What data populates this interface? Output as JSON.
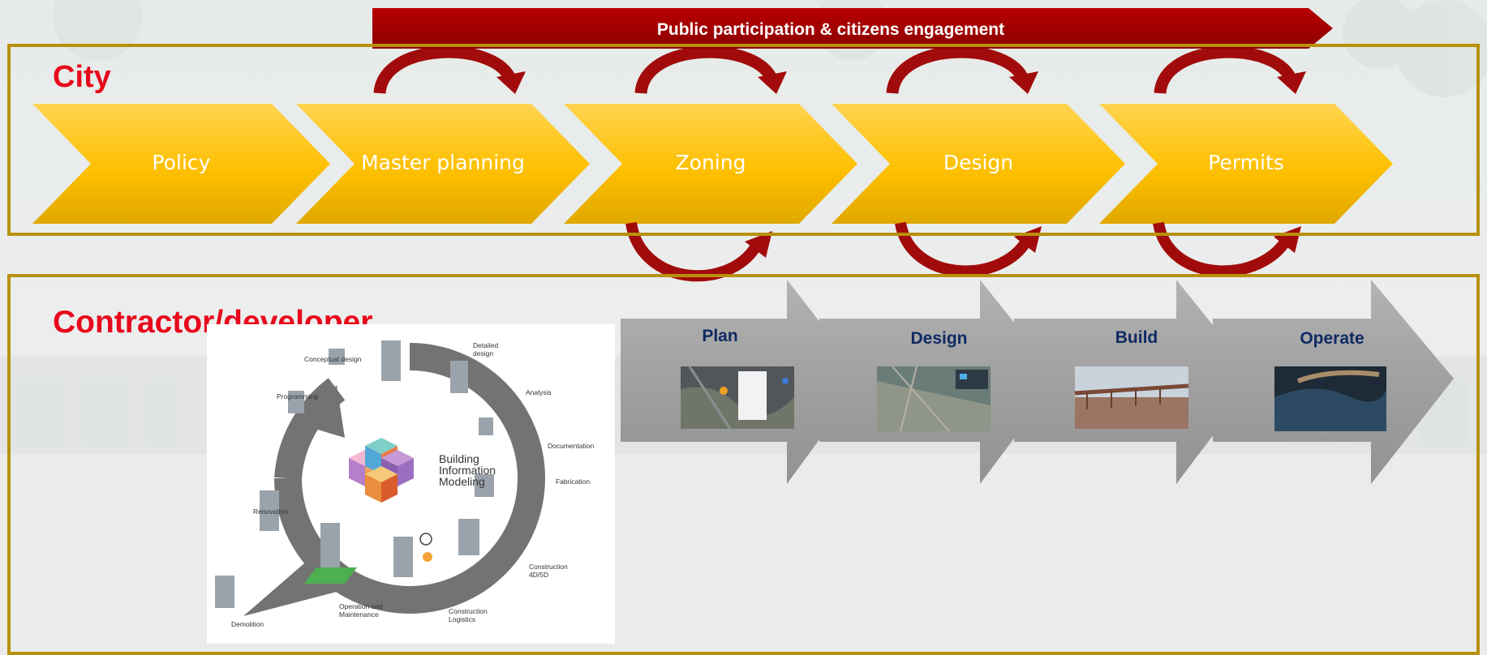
{
  "banner": {
    "label": "Public participation & citizens engagement"
  },
  "city": {
    "title": "City",
    "steps": [
      "Policy",
      "Master planning",
      "Zoning",
      "Design",
      "Permits"
    ]
  },
  "developer": {
    "title": "Contractor/developer",
    "phases": [
      "Plan",
      "Design",
      "Build",
      "Operate"
    ]
  },
  "bim": {
    "title_lines": [
      "Building",
      "Information",
      "Modeling"
    ],
    "stages": {
      "detailed_design": "Detailed design",
      "conceptual_design": "Conceptual design",
      "programming": "Programming",
      "analysis": "Analysis",
      "documentation": "Documentation",
      "fabrication": "Fabrication",
      "renovation": "Renovation",
      "construction": "Construction 4D/5D",
      "demolition": "Demolition",
      "operation": "Operation and Maintenance",
      "logistics": "Construction Logistics"
    }
  },
  "colors": {
    "frame": "#b8910c",
    "title_red": "#e8081b",
    "banner_red": "#c00000",
    "chevron_yellow": "#ffc000",
    "phase_text": "#0f2a64"
  }
}
